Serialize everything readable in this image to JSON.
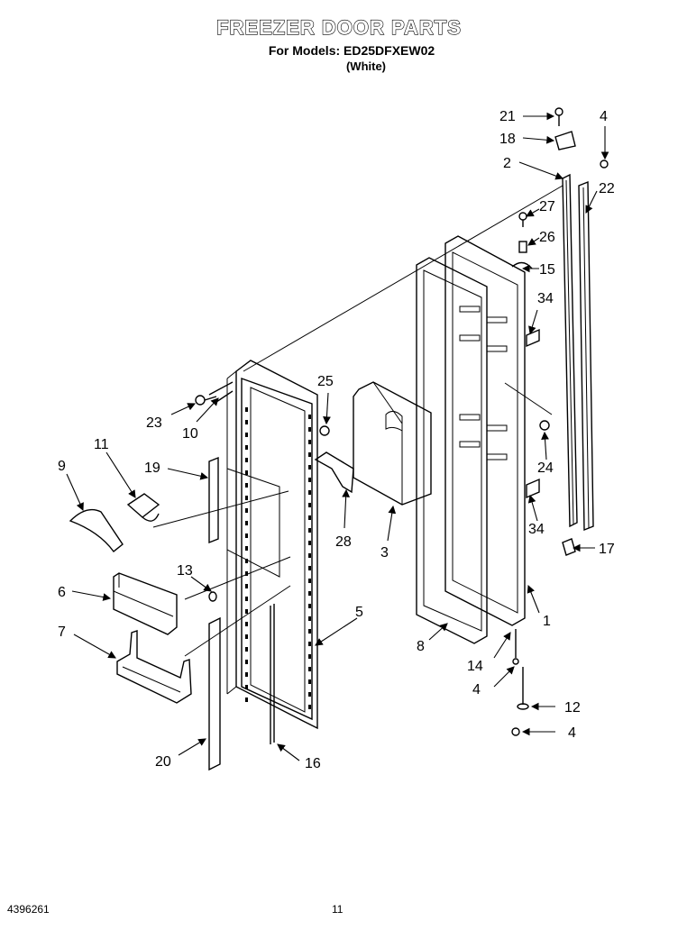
{
  "header": {
    "title": "FREEZER DOOR PARTS",
    "subtitle": "For Models: ED25DFXEW02",
    "color_note": "(White)"
  },
  "footer": {
    "doc_number": "4396261",
    "page_number": "11"
  },
  "callouts": {
    "c1": "1",
    "c2": "2",
    "c3": "3",
    "c4a": "4",
    "c4b": "4",
    "c4c": "4",
    "c5": "5",
    "c6": "6",
    "c7": "7",
    "c8": "8",
    "c9": "9",
    "c10": "10",
    "c11": "11",
    "c12": "12",
    "c13": "13",
    "c14": "14",
    "c15": "15",
    "c16": "16",
    "c17": "17",
    "c18": "18",
    "c19": "19",
    "c20": "20",
    "c21": "21",
    "c22": "22",
    "c23": "23",
    "c24": "24",
    "c25": "25",
    "c26": "26",
    "c27": "27",
    "c28": "28",
    "c34a": "34",
    "c34b": "34"
  }
}
